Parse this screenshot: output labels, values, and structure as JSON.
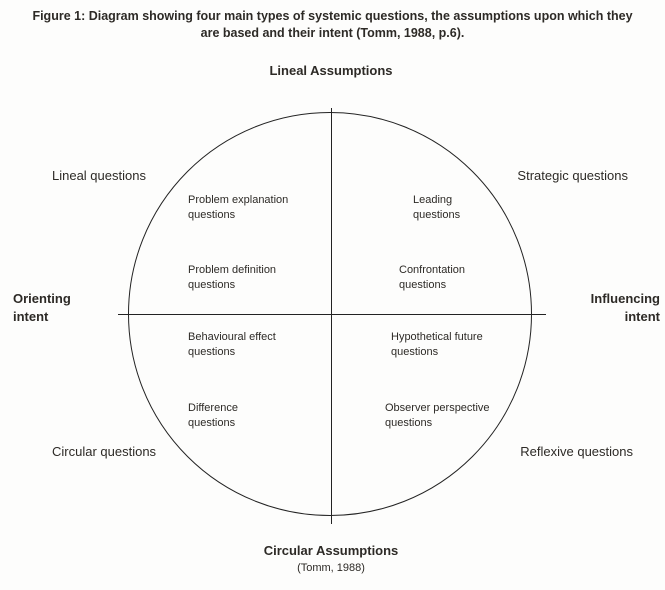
{
  "figure": {
    "caption": "Figure 1: Diagram showing four main types of systemic questions, the assumptions upon which they are based and their intent (Tomm, 1988, p.6).",
    "citation": "(Tomm, 1988)"
  },
  "axis_labels": {
    "top": "Lineal Assumptions",
    "bottom": "Circular Assumptions",
    "left": "Orienting\nintent",
    "right": "Influencing\nintent"
  },
  "question_types": {
    "top_left": "Lineal questions",
    "top_right": "Strategic questions",
    "bottom_left": "Circular questions",
    "bottom_right": "Reflexive questions"
  },
  "quadrant_items": {
    "top_left": [
      "Problem explanation\nquestions",
      "Problem definition\nquestions"
    ],
    "top_right": [
      "Leading\nquestions",
      "Confrontation\nquestions"
    ],
    "bottom_left": [
      "Behavioural effect\nquestions",
      "Difference\nquestions"
    ],
    "bottom_right": [
      "Hypothetical future\nquestions",
      "Observer perspective\nquestions"
    ]
  },
  "colors": {
    "text": "#2d2a26",
    "line": "#232323",
    "background": "#fdfdfc"
  }
}
